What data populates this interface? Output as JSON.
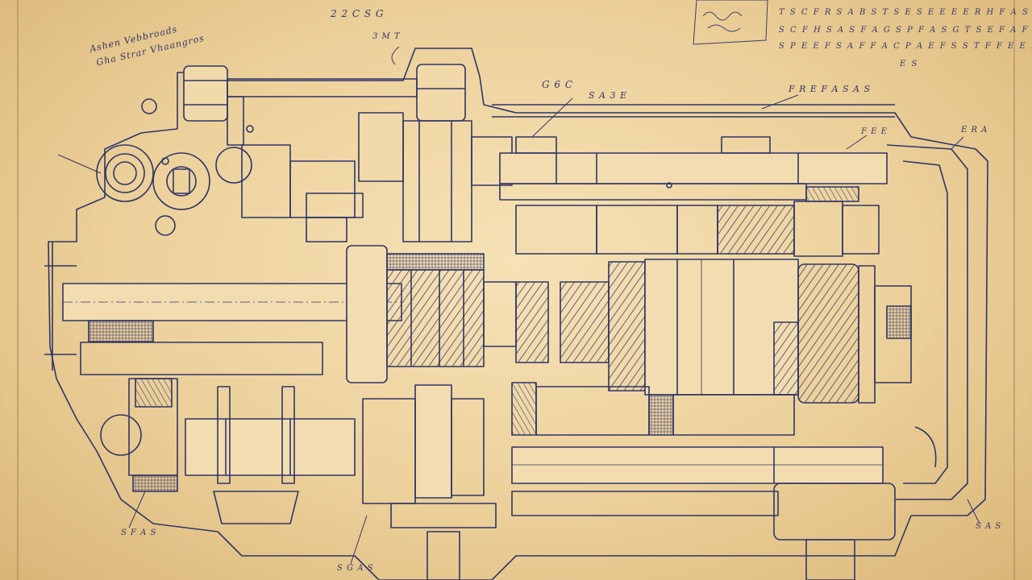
{
  "sheet": {
    "handwritten_note_lines": [
      "Ashen Vebbroads",
      "Gha Strar Vhaangros"
    ],
    "top_center_marks": [
      "2 2 C S G",
      "3 M T"
    ],
    "callouts": [
      "G 6 C",
      "S A 3 E",
      "F R E F A S A S",
      "F E E",
      "E R A"
    ],
    "right_notes": [
      "T S C F R S A B S T S E S E E E E R H F A S S Y T E",
      "S C F H S A S F A G S P F A S G T S E F A F T F A",
      "S P E E F S A F F A C P A E F S S T F F E E P G F E",
      "E S"
    ],
    "bottom_labels": [
      "S F A S",
      "S G A S",
      "S A S"
    ]
  },
  "colors": {
    "paper": "#f0d7a6",
    "ink": "#2f3566",
    "hatch": "#3a3f6e"
  }
}
